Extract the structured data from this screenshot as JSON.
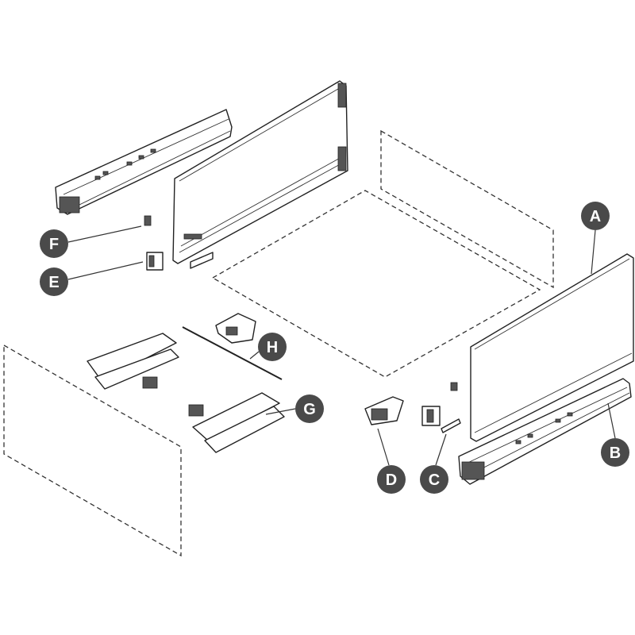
{
  "labels": {
    "A": "A",
    "B": "B",
    "C": "C",
    "D": "D",
    "E": "E",
    "F": "F",
    "G": "G",
    "H": "H"
  },
  "colors": {
    "badge": "#4a4a4a",
    "badge_text": "#ffffff",
    "line": "#222222"
  }
}
